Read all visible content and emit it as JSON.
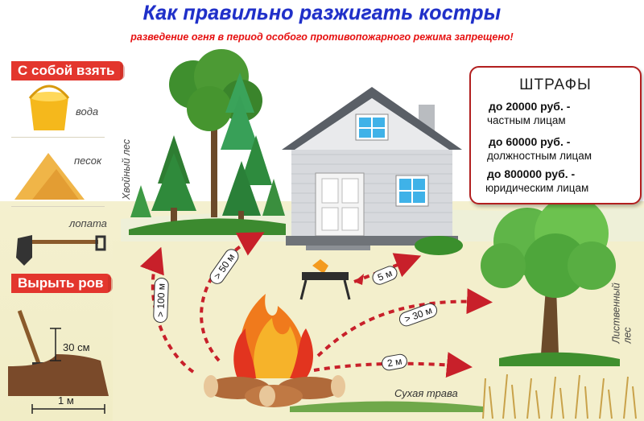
{
  "title": "Как правильно разжигать костры",
  "subtitle": "разведение огня в период особого противопожарного режима запрещено!",
  "take_with": {
    "header": "С собой взять",
    "items": [
      {
        "label": "вода",
        "icon": "bucket-icon"
      },
      {
        "label": "песок",
        "icon": "sand-pile-icon"
      },
      {
        "label": "лопата",
        "icon": "shovel-icon"
      }
    ]
  },
  "ditch": {
    "header": "Вырыть ров",
    "depth": "30 см",
    "width": "1 м"
  },
  "fines": {
    "header": "ШТРАФЫ",
    "lines": [
      {
        "amount": "до 20000 руб. -",
        "who": "частным лицам"
      },
      {
        "amount": "до 60000 руб. -",
        "who": "должностным лицам"
      },
      {
        "amount": "до 800000 руб. -",
        "who": "юридическим лицам"
      }
    ]
  },
  "labels": {
    "conifer_forest": "Хвойный лес",
    "deciduous_forest": "Лиственный лес",
    "dry_grass": "Сухая трава"
  },
  "distances": {
    "forest": "> 100 м",
    "house": "> 50 м",
    "grill": "5 м",
    "deciduous": "> 30 м",
    "grass": "2 м"
  },
  "colors": {
    "title": "#1f2fc8",
    "alert": "#e61010",
    "pill": "#e3362d",
    "arrow": "#c8202a"
  }
}
